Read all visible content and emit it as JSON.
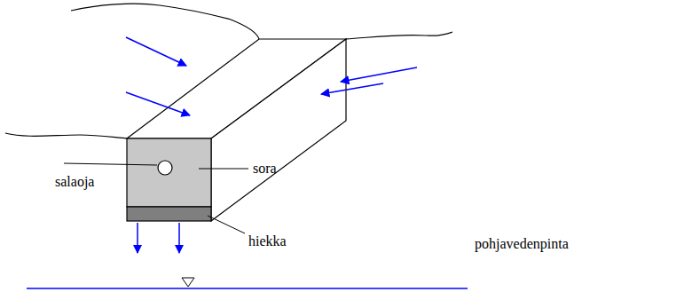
{
  "diagram": {
    "labels": [
      "salaoja",
      "sora",
      "hiekka",
      "pohjavedenpinta"
    ]
  }
}
